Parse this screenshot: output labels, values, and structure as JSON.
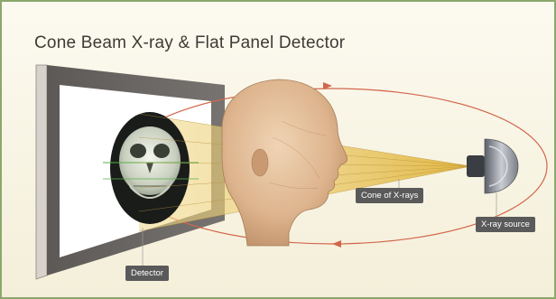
{
  "title": "Cone Beam X-ray & Flat Panel Detector",
  "labels": {
    "cone": "Cone of X-rays",
    "source": "X-ray source",
    "detector": "Detector"
  }
}
